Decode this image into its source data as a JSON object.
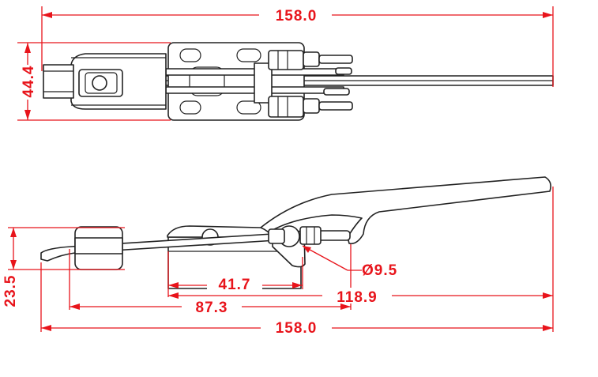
{
  "colors": {
    "dimension": "#e8141b",
    "outline": "#222222",
    "background": "#ffffff"
  },
  "top_view": {
    "overall_length": "158.0",
    "height": "44.4"
  },
  "side_view": {
    "height": "23.5",
    "dim_a": "41.7",
    "dim_b": "87.3",
    "dim_c": "118.9",
    "overall_length": "158.0",
    "hole_diameter": "Ø9.5"
  }
}
